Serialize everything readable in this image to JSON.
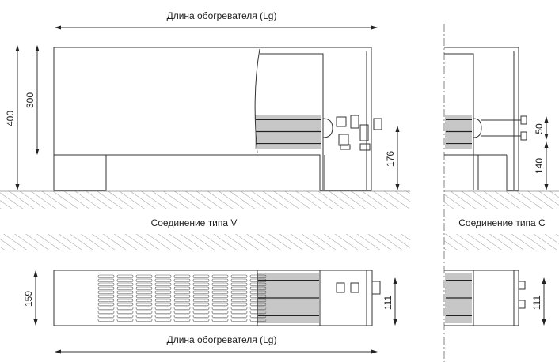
{
  "labels": {
    "length_top": "Длина обогревателя (Lg)",
    "length_bottom": "Длина обогревателя (Lg)",
    "connection_v": "Соединение типа V",
    "connection_c": "Соединение типа C"
  },
  "dimensions": {
    "height_total": "400",
    "height_body": "300",
    "height_connection_v": "176",
    "offset_c": "50",
    "height_connection_c": "140",
    "depth_total": "159",
    "depth_inner_v": "111",
    "depth_inner_c": "111"
  },
  "colors": {
    "line": "#333333",
    "hatch": "#888888"
  }
}
